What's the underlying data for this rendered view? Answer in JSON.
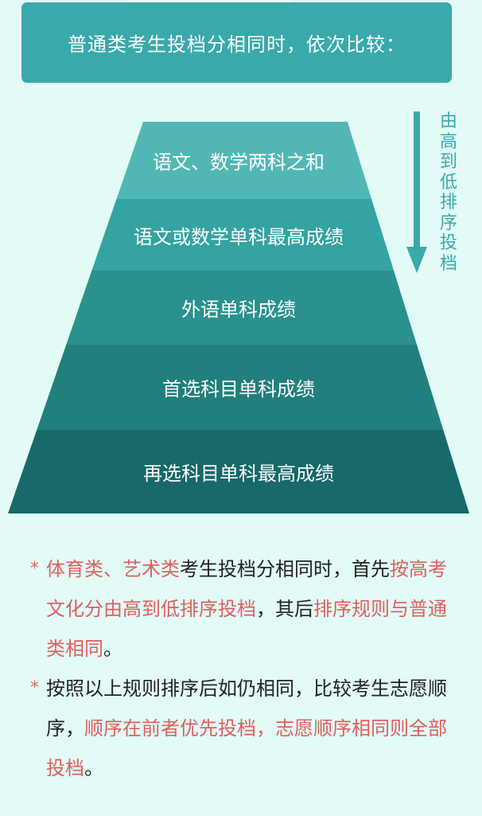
{
  "header": {
    "title": "普通类考生投档分相同时，依次比较："
  },
  "pyramid": {
    "levels": [
      {
        "label": "语文、数学两科之和",
        "color": "#52b7b4"
      },
      {
        "label": "语文或数学单科最高成绩",
        "color": "#35a3a1"
      },
      {
        "label": "外语单科成绩",
        "color": "#2a918f"
      },
      {
        "label": "首选科目单科成绩",
        "color": "#217f7d"
      },
      {
        "label": "再选科目单科最高成绩",
        "color": "#17696a"
      }
    ],
    "arrow_label": "由高到低排序投档",
    "arrow_icon": "arrow-down-icon"
  },
  "notes": [
    {
      "star": "*",
      "parts": [
        {
          "text": "体育类、艺术类",
          "highlight": true
        },
        {
          "text": "考生投档分相同时，首先",
          "highlight": false
        },
        {
          "text": "按高考文化分由高到低排序投档",
          "highlight": true
        },
        {
          "text": "，其后",
          "highlight": false
        },
        {
          "text": "排序规则与普通类相同",
          "highlight": true
        },
        {
          "text": "。",
          "highlight": false
        }
      ]
    },
    {
      "star": "*",
      "parts": [
        {
          "text": "按照以上规则排序后如仍相同，比较考生志愿顺序，",
          "highlight": false
        },
        {
          "text": "顺序在前者优先投档，志愿顺序相同则全部投档",
          "highlight": true
        },
        {
          "text": "。",
          "highlight": false
        }
      ]
    }
  ],
  "colors": {
    "accent": "#3aa9ab",
    "highlight": "#e0605c",
    "background": "#e2fbf7"
  }
}
